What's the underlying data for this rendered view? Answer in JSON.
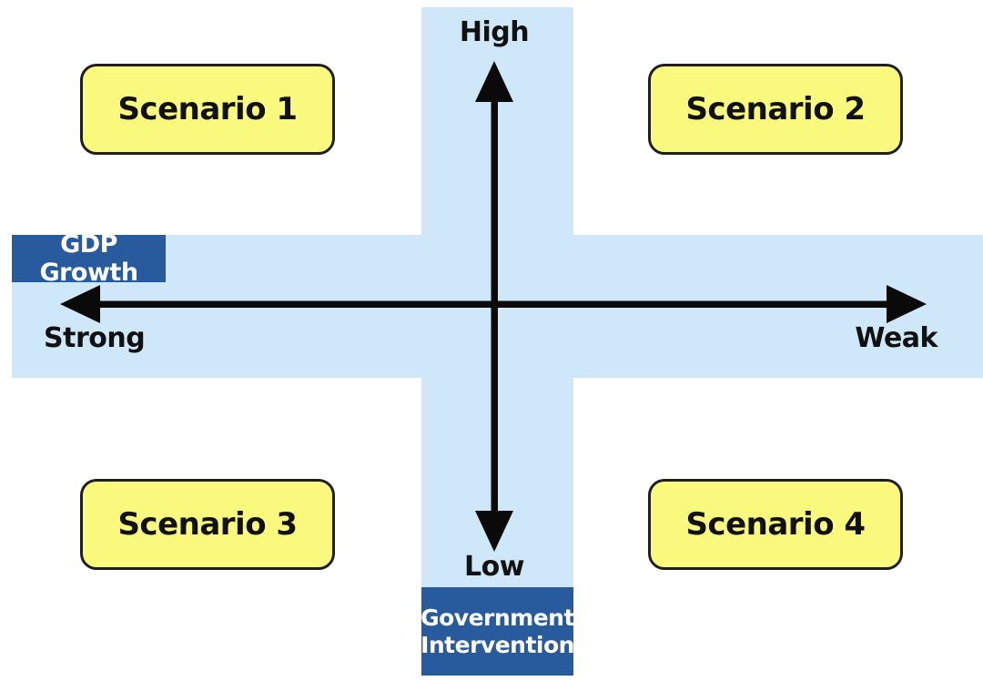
{
  "colors": {
    "band_blue": "#cfe8f9",
    "badge_blue": "#275b9e",
    "box_yellow": "#f9f97d",
    "box_border": "#1f1f1f",
    "arrow_black": "#0a0a0a",
    "label_black": "#111111",
    "badge_text": "#ffffff"
  },
  "axes": {
    "horizontal": {
      "title": "GDP Growth",
      "left_label": "Strong",
      "right_label": "Weak"
    },
    "vertical": {
      "title": "Government Intervention",
      "title_lines": [
        "Government",
        "Intervention"
      ],
      "top_label": "High",
      "bottom_label": "Low"
    }
  },
  "quadrants": [
    {
      "position": "top-left",
      "label": "Scenario 1"
    },
    {
      "position": "top-right",
      "label": "Scenario 2"
    },
    {
      "position": "bottom-left",
      "label": "Scenario 3"
    },
    {
      "position": "bottom-right",
      "label": "Scenario 4"
    }
  ]
}
